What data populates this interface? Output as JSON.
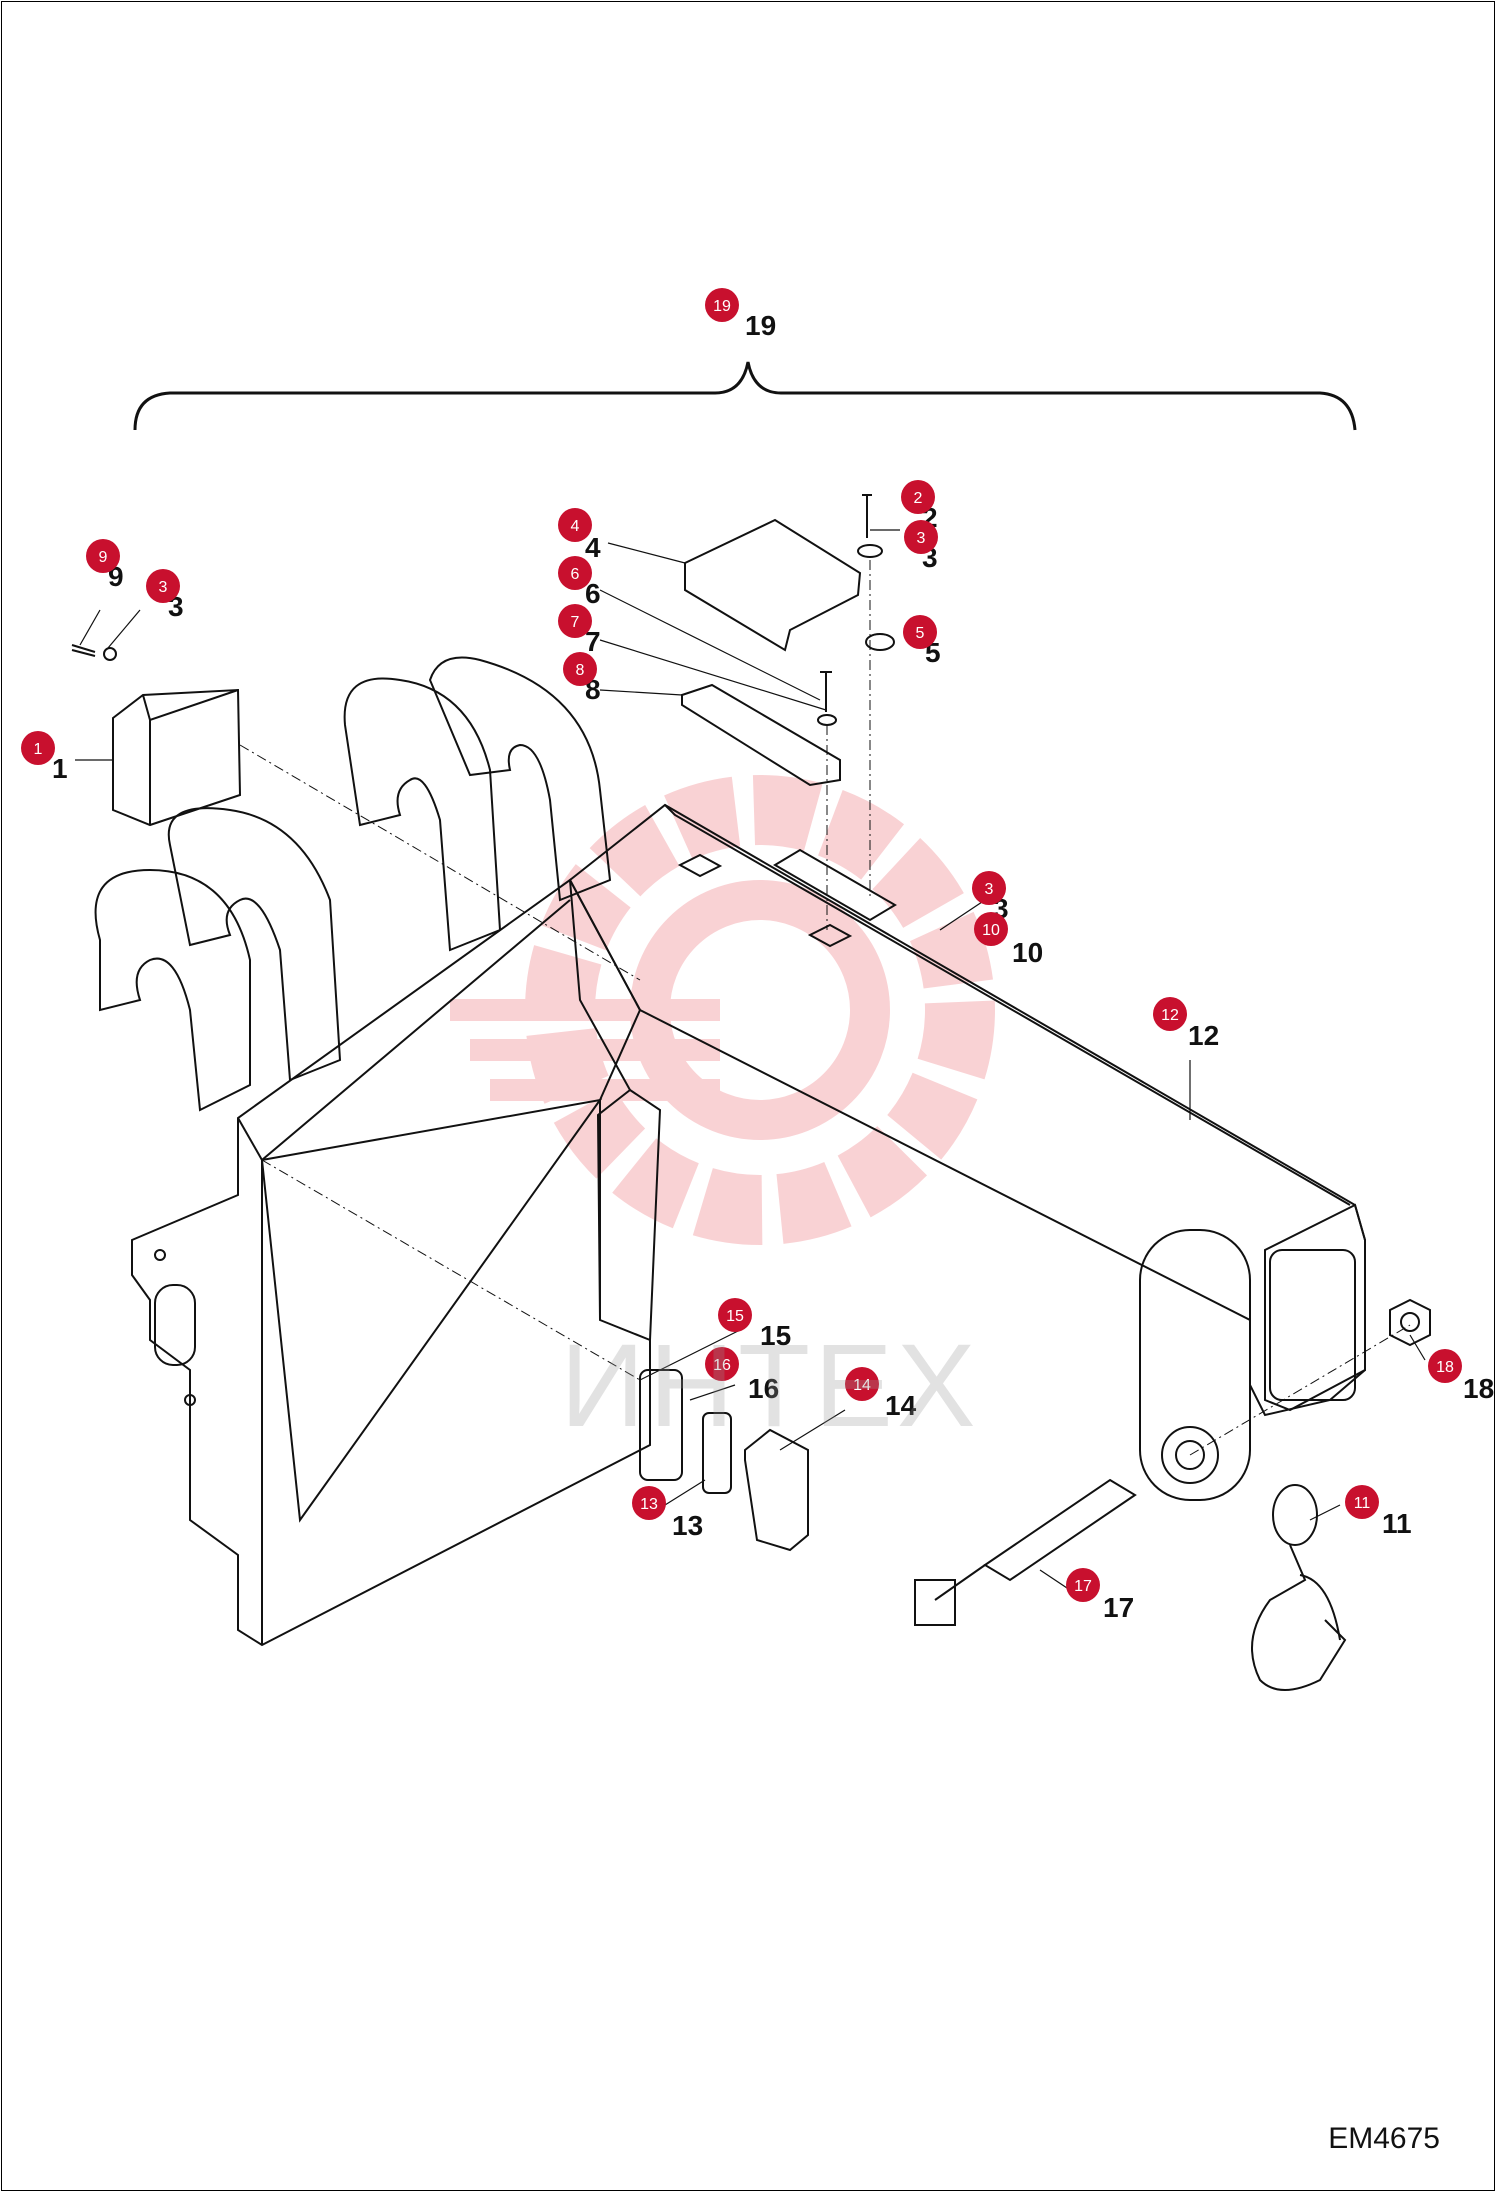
{
  "diagram": {
    "drawing_code": "EM4675",
    "watermark_text": "ИНТЕХ",
    "callouts": [
      {
        "label": "19",
        "badge": "19"
      },
      {
        "label": "2",
        "badge": "2"
      },
      {
        "label": "3",
        "badge": "3"
      },
      {
        "label": "4",
        "badge": "4"
      },
      {
        "label": "6",
        "badge": "6"
      },
      {
        "label": "7",
        "badge": "7"
      },
      {
        "label": "8",
        "badge": "8"
      },
      {
        "label": "5",
        "badge": "5"
      },
      {
        "label": "9",
        "badge": "9"
      },
      {
        "label": "3",
        "badge": "3"
      },
      {
        "label": "1",
        "badge": "1"
      },
      {
        "label": "3",
        "badge": "3"
      },
      {
        "label": "10",
        "badge": "10"
      },
      {
        "label": "12",
        "badge": "12"
      },
      {
        "label": "15",
        "badge": "15"
      },
      {
        "label": "16",
        "badge": "16"
      },
      {
        "label": "14",
        "badge": "14"
      },
      {
        "label": "13",
        "badge": "13"
      },
      {
        "label": "18",
        "badge": "18"
      },
      {
        "label": "11",
        "badge": "11"
      },
      {
        "label": "17",
        "badge": "17"
      }
    ],
    "colors": {
      "badge": "#c8102e",
      "line": "#111111",
      "watermark": "#f0a0a4"
    }
  }
}
